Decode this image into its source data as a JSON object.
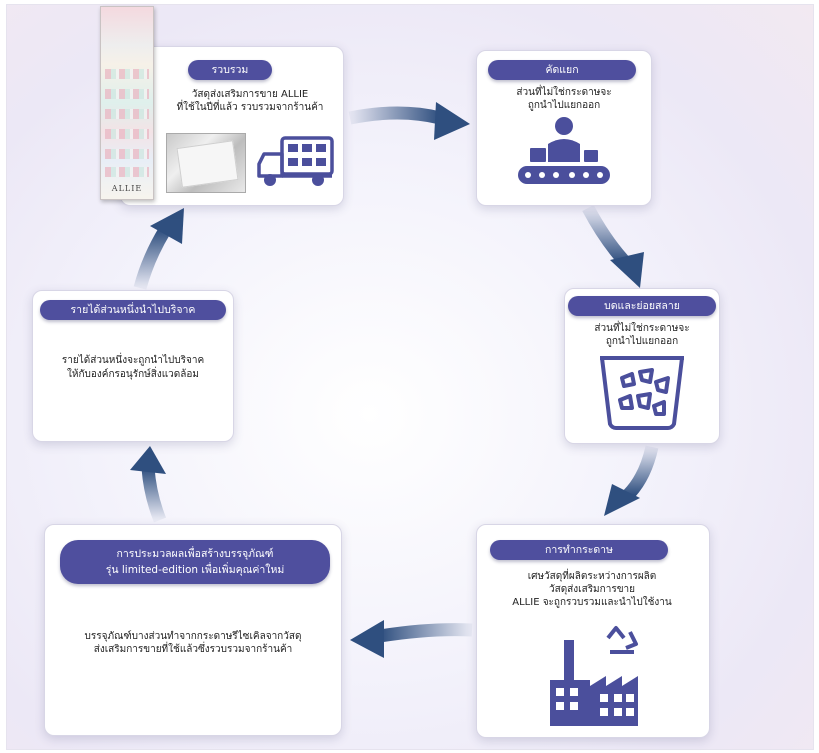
{
  "colors": {
    "pill": "#4f4f9e",
    "icon": "#4b4f9c",
    "arrow": "#2f4f7f"
  },
  "steps": {
    "collect": {
      "title": "รวบรวม",
      "text1": "วัสดุส่งเสริมการขาย ALLIE",
      "text2": "ที่ใช้ในปีที่แล้ว รวบรวมจากร้านค้า",
      "icon": "delivery-truck-icon"
    },
    "sort": {
      "title": "คัดแยก",
      "text1": "ส่วนที่ไม่ใช่กระดาษจะ",
      "text2": "ถูกนำไปแยกออก",
      "icon": "conveyor-worker-icon"
    },
    "shred": {
      "title": "บดและย่อยสลาย",
      "text1": "ส่วนที่ไม่ใช่กระดาษจะ",
      "text2": "ถูกนำไปแยกออก",
      "icon": "shredding-bin-icon"
    },
    "papermaking": {
      "title": "การทำกระดาษ",
      "text1": "เศษวัสดุที่ผลิตระหว่างการผลิต",
      "text2": "วัสดุส่งเสริมการขาย",
      "text3": "ALLIE จะถูกรวบรวมและนำไปใช้งาน",
      "icon": "recycling-factory-icon"
    },
    "package": {
      "title1": "การประมวลผลเพื่อสร้างบรรจุภัณฑ์",
      "title2": "รุ่น limited-edition เพื่อเพิ่มคุณค่าใหม่",
      "text1": "บรรจุภัณฑ์บางส่วนทำจากกระดาษรีไซเคิลจากวัสดุ",
      "text2": "ส่งเสริมการขายที่ใช้แล้วซึ่งรวบรวมจากร้านค้า"
    },
    "donate": {
      "title": "รายได้ส่วนหนึ่งนำไปบริจาค",
      "text1": "รายได้ส่วนหนึ่งจะถูกนำไปบริจาค",
      "text2": "ให้กับองค์กรอนุรักษ์สิ่งแวดล้อม"
    }
  },
  "display_brand": "ALLIE"
}
